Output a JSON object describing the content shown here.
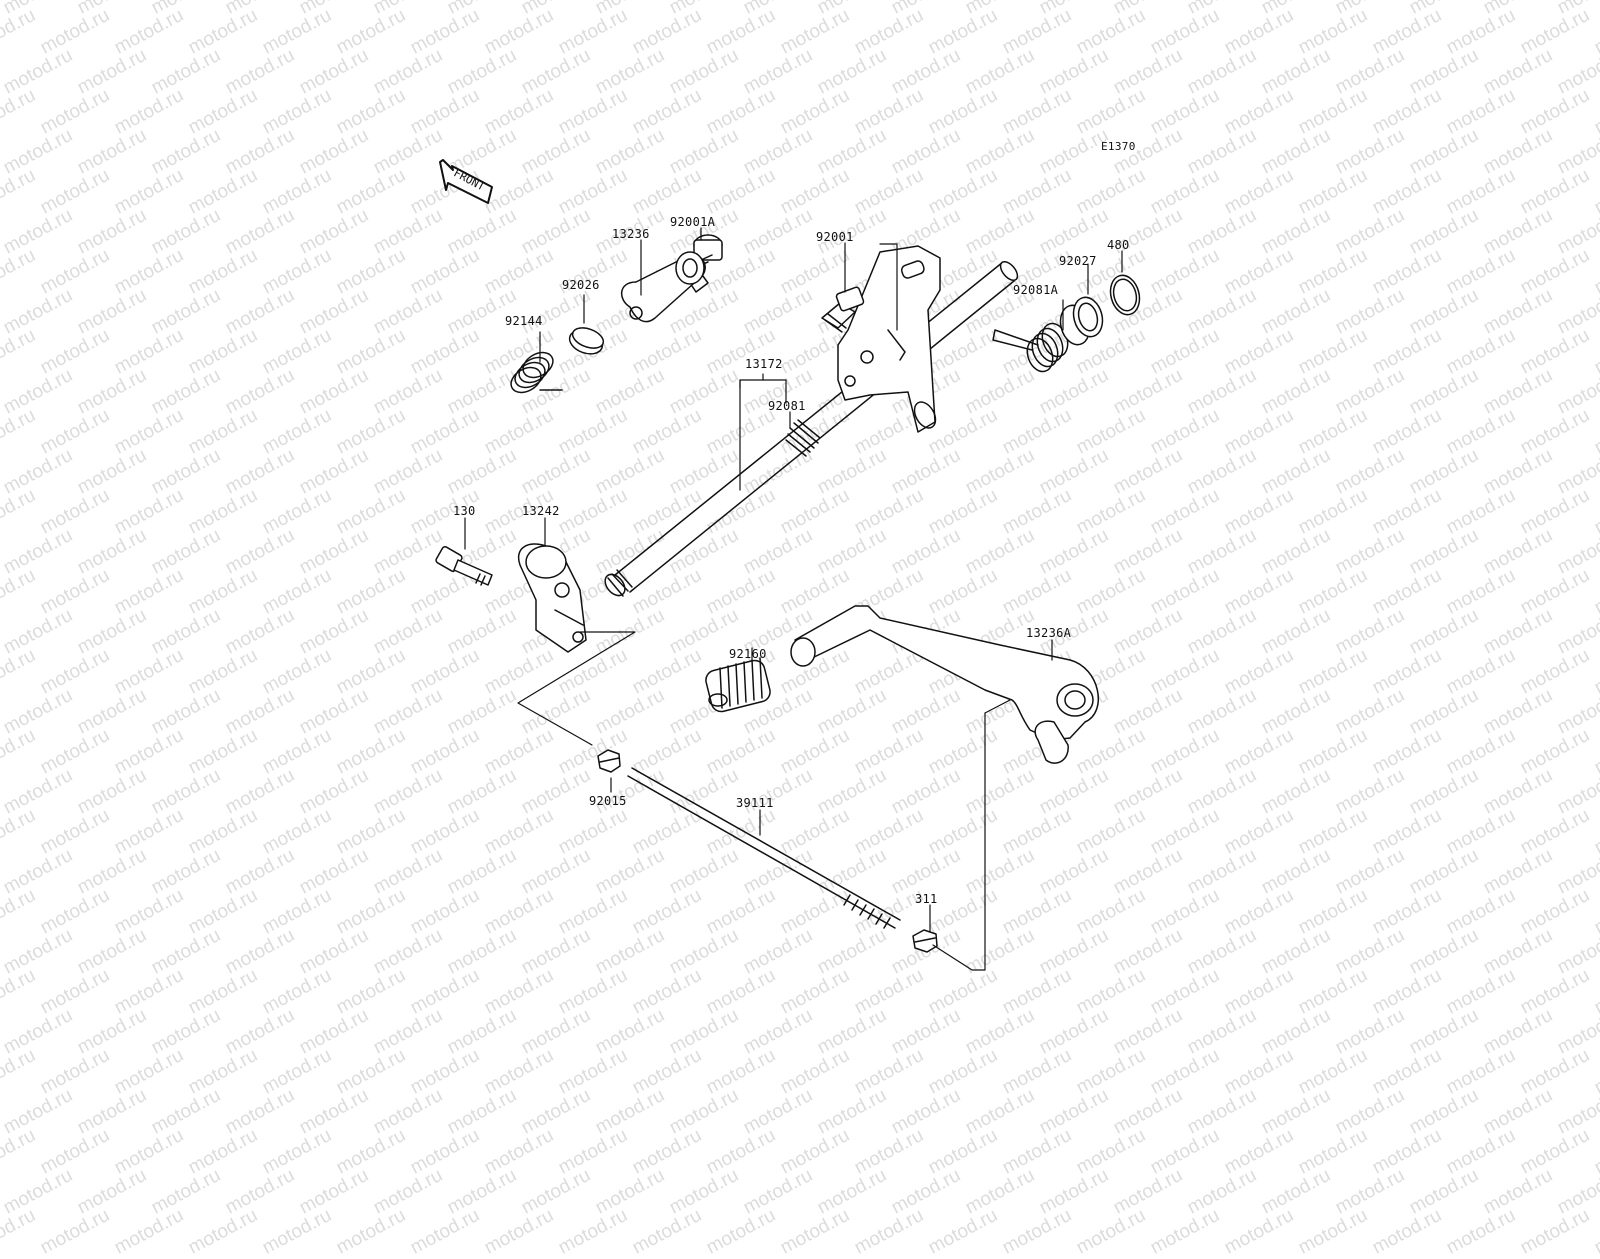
{
  "diagram_code": "E1370",
  "front_label": "FRONT",
  "watermark_text": "motod.ru",
  "parts": {
    "p92144": "92144",
    "p92026": "92026",
    "p13236": "13236",
    "p92001A": "92001A",
    "p92001": "92001",
    "p92081A": "92081A",
    "p92027": "92027",
    "p480": "480",
    "p13172": "13172",
    "p92081": "92081",
    "p130": "130",
    "p13242": "13242",
    "p92160": "92160",
    "p13236A": "13236A",
    "p92015": "92015",
    "p39111": "39111",
    "p311": "311"
  }
}
